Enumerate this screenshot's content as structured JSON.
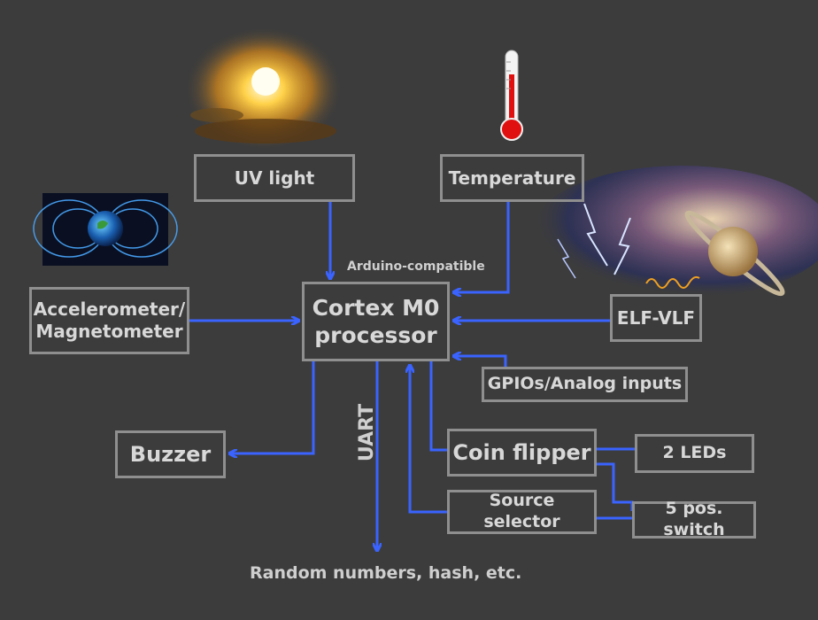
{
  "diagram": {
    "processor": {
      "line1": "Cortex M0",
      "line2": "processor"
    },
    "processor_note": "Arduino-compatible",
    "inputs": {
      "uv_light": "UV light",
      "temperature": "Temperature",
      "accelerometer_line1": "Accelerometer/",
      "accelerometer_line2": "Magnetometer",
      "elf_vlf": "ELF-VLF",
      "gpios": "GPIOs/Analog inputs"
    },
    "outputs": {
      "buzzer": "Buzzer",
      "uart": "UART",
      "random_numbers": "Random numbers, hash, etc."
    },
    "peripherals": {
      "coin_flipper": "Coin flipper",
      "two_leds": "2 LEDs",
      "source_selector": "Source selector",
      "switch": "5 pos. switch"
    },
    "colors": {
      "background": "#3c3c3c",
      "box_border": "#8f8f8f",
      "connector": "#3a63ff"
    },
    "icons": [
      "sun-icon",
      "thermometer-icon",
      "earth-magnetic-field-icon",
      "lightning-saturn-icon"
    ]
  }
}
